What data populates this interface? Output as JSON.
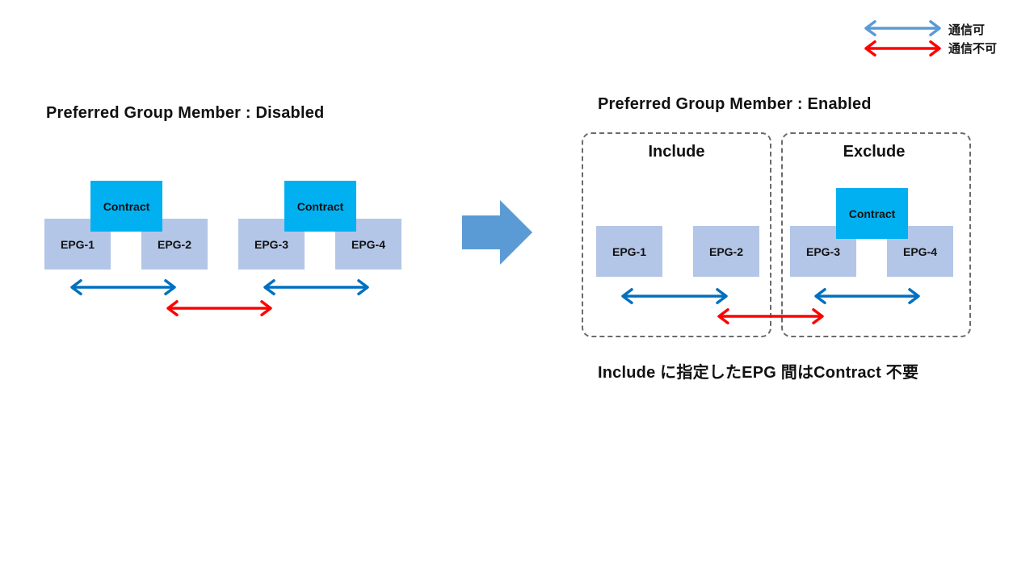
{
  "colors": {
    "epg_fill": "#b4c6e7",
    "contract_fill": "#00b0f0",
    "allowed_arrow": "#0070c0",
    "legend_allowed_arrow": "#5b9bd5",
    "blocked_arrow": "#ff0000",
    "transition_arrow": "#5b9bd5",
    "dashed_border": "#6b6b6b"
  },
  "legend": {
    "allowed_label": "通信可",
    "blocked_label": "通信不可"
  },
  "left": {
    "title": "Preferred Group Member : Disabled",
    "epgs": [
      "EPG-1",
      "EPG-2",
      "EPG-3",
      "EPG-4"
    ],
    "contracts": [
      "Contract",
      "Contract"
    ]
  },
  "right": {
    "title": "Preferred Group Member : Enabled",
    "include_label": "Include",
    "exclude_label": "Exclude",
    "epgs": [
      "EPG-1",
      "EPG-2",
      "EPG-3",
      "EPG-4"
    ],
    "contract": "Contract",
    "note": "Include に指定したEPG 間はContract 不要"
  },
  "icons": {
    "transition": "right-arrow-icon",
    "allowed": "double-arrow-icon",
    "blocked": "double-arrow-icon"
  }
}
